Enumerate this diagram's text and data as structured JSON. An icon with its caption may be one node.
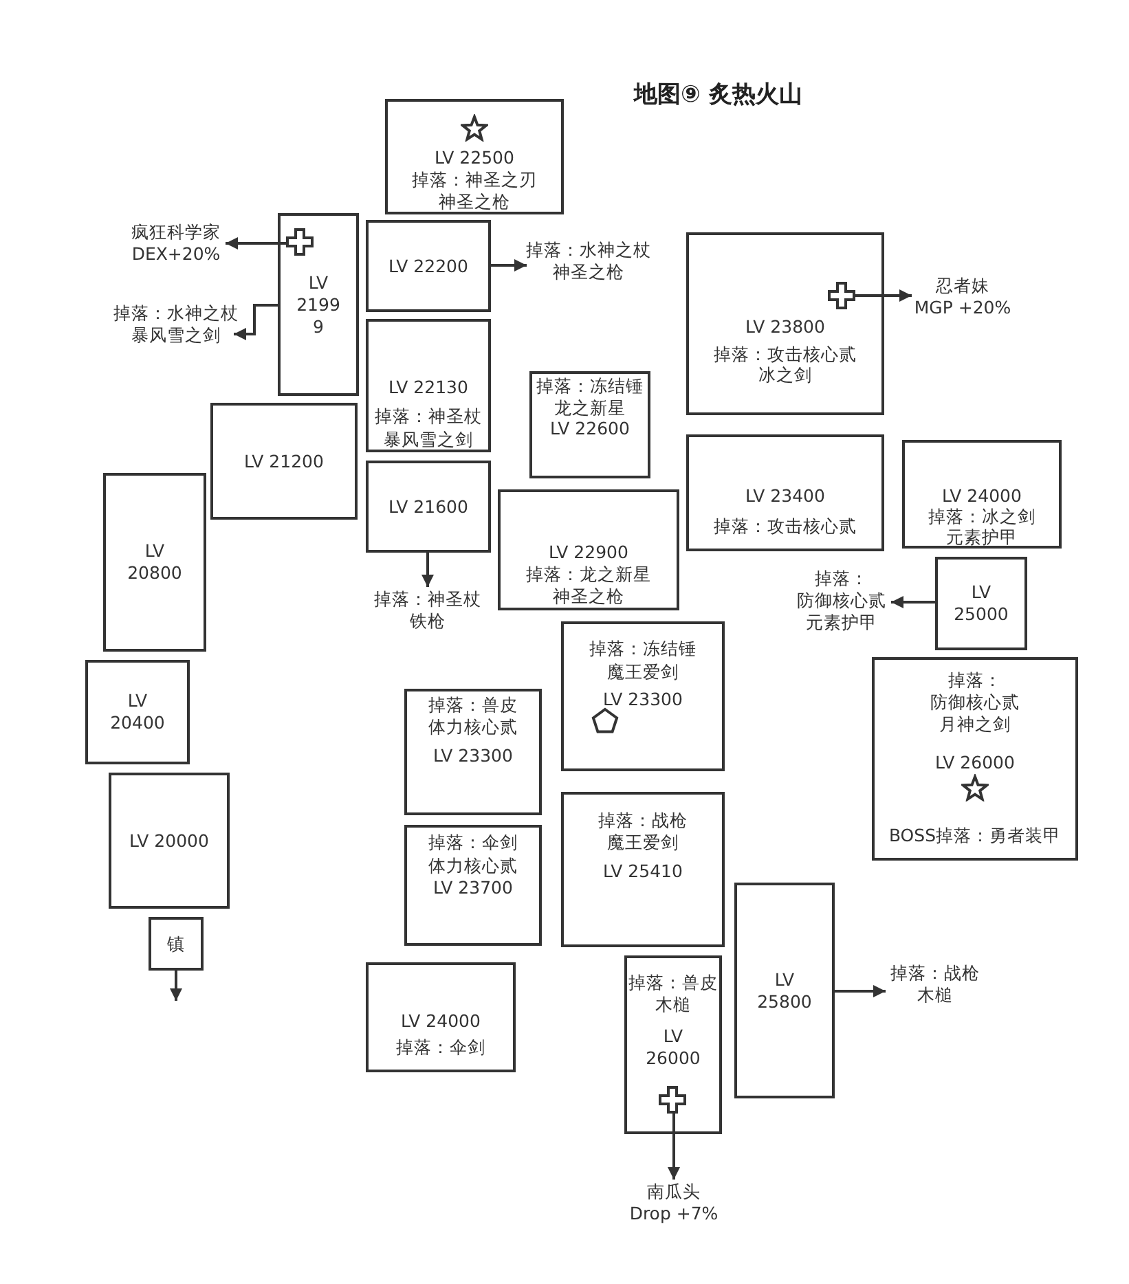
{
  "diagram": {
    "title": "地图⑨ 炙热火山",
    "nodes": [
      {
        "text": [
          "LV 22500",
          "掉落：神圣之刃",
          "神圣之枪"
        ]
      },
      {
        "text": [
          "LV 21999"
        ]
      },
      {
        "text": [
          "疯狂科学家",
          "DEX+20%"
        ]
      },
      {
        "text": [
          "掉落：水神之杖",
          "暴风雪之剑"
        ]
      },
      {
        "text": [
          "LV 22200"
        ]
      },
      {
        "text": [
          "掉落：水神之杖",
          "神圣之枪"
        ]
      },
      {
        "text": [
          "LV 22130",
          "掉落：神圣杖",
          "暴风雪之剑"
        ]
      },
      {
        "text": [
          "掉落：冻结锤",
          "龙之新星",
          "LV 22600"
        ]
      },
      {
        "text": [
          "LV 23800",
          "掉落：攻击核心贰",
          "冰之剑"
        ]
      },
      {
        "text": [
          "忍者妹",
          "MGP +20%"
        ]
      },
      {
        "text": [
          "LV 21200"
        ]
      },
      {
        "text": [
          "LV 21600"
        ]
      },
      {
        "text": [
          "掉落：神圣杖",
          "铁枪"
        ]
      },
      {
        "text": [
          "LV 22900",
          "掉落：龙之新星",
          "神圣之枪"
        ]
      },
      {
        "text": [
          "LV 23400",
          "掉落：攻击核心贰"
        ]
      },
      {
        "text": [
          "LV 24000",
          "掉落：冰之剑",
          "元素护甲"
        ]
      },
      {
        "text": [
          "LV 20800"
        ]
      },
      {
        "text": [
          "LV 25000"
        ]
      },
      {
        "text": [
          "掉落：",
          "防御核心贰",
          "元素护甲"
        ]
      },
      {
        "text": [
          "掉落：冻结锤",
          "魔王爱剑",
          "LV 23300"
        ]
      },
      {
        "text": [
          "掉落：",
          "防御核心贰",
          "月神之剑",
          "LV 26000",
          "BOSS掉落：勇者装甲"
        ]
      },
      {
        "text": [
          "LV 20400"
        ]
      },
      {
        "text": [
          "掉落：兽皮",
          "体力核心贰",
          "LV 23300"
        ]
      },
      {
        "text": [
          "LV 20000"
        ]
      },
      {
        "text": [
          "掉落：战枪",
          "魔王爱剑",
          "LV 25410"
        ]
      },
      {
        "text": [
          "掉落：伞剑",
          "体力核心贰",
          "LV 23700"
        ]
      },
      {
        "text": [
          "LV 25800"
        ]
      },
      {
        "text": [
          "掉落：战枪",
          "木槌"
        ]
      },
      {
        "text": [
          "镇"
        ]
      },
      {
        "text": [
          "LV 24000",
          "掉落：伞剑"
        ]
      },
      {
        "text": [
          "掉落：兽皮",
          "木槌",
          "LV 26000"
        ]
      },
      {
        "text": [
          "南瓜头",
          "Drop +7%"
        ]
      }
    ],
    "edges": [
      {
        "from": 1,
        "to": 2,
        "arrow": "to"
      },
      {
        "from": 1,
        "to": 3,
        "arrow": "to"
      },
      {
        "from": 4,
        "to": 5,
        "arrow": "to"
      },
      {
        "from": 8,
        "to": 9,
        "arrow": "to"
      },
      {
        "from": 11,
        "to": 12,
        "arrow": "to"
      },
      {
        "from": 17,
        "to": 18,
        "arrow": "to"
      },
      {
        "from": 26,
        "to": 27,
        "arrow": "to"
      },
      {
        "from": 28,
        "to": null,
        "arrow": "to"
      },
      {
        "from": 30,
        "to": 31,
        "arrow": "to"
      }
    ]
  }
}
